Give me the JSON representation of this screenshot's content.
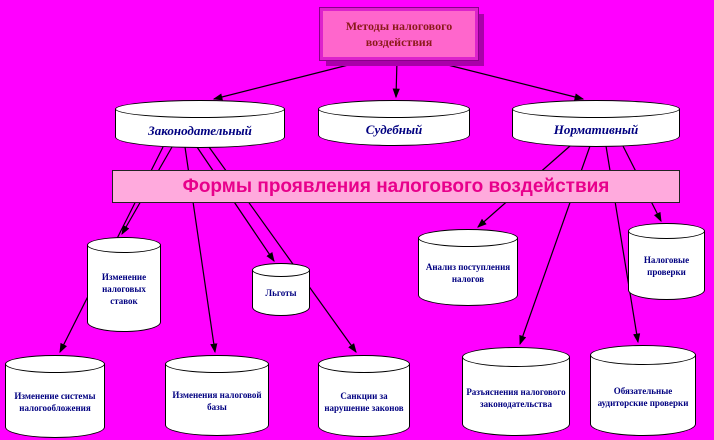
{
  "root": {
    "label": "Методы налогового воздействия"
  },
  "banner": {
    "label": "Формы проявления налогового воздействия"
  },
  "methods": [
    {
      "id": "legislative",
      "label": "Законодательный"
    },
    {
      "id": "judicial",
      "label": "Судебный"
    },
    {
      "id": "normative",
      "label": "Нормативный"
    }
  ],
  "forms": [
    {
      "id": "tax-rate-change",
      "label": "Изменение налоговых ставок"
    },
    {
      "id": "benefits",
      "label": "Льготы"
    },
    {
      "id": "tax-receipts-analysis",
      "label": "Анализ поступления налогов"
    },
    {
      "id": "tax-audits",
      "label": "Налоговые проверки"
    },
    {
      "id": "tax-system-change",
      "label": "Изменение системы налогообложения"
    },
    {
      "id": "tax-base-change",
      "label": "Изменения налоговой базы"
    },
    {
      "id": "sanctions",
      "label": "Санкции за нарушение законов"
    },
    {
      "id": "law-clarifications",
      "label": "Разъяснения налогового законодательства"
    },
    {
      "id": "mandatory-audit",
      "label": "Обязательные аудиторские проверки"
    }
  ],
  "colors": {
    "background": "#ff00ff",
    "title_box_fill": "#ff66cc",
    "banner_fill": "#ffaadd",
    "banner_text": "#e8008c",
    "node_fill": "#ffffff",
    "node_text": "#000080",
    "title_text": "#8b1a1a"
  }
}
